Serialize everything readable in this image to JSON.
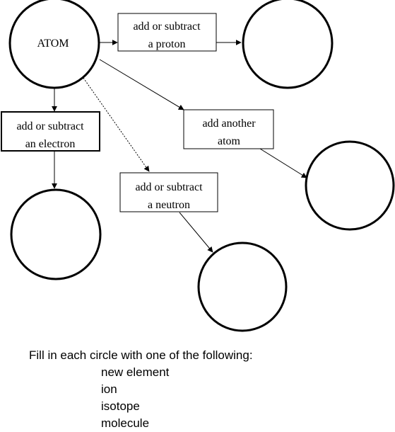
{
  "diagram": {
    "atom_label": "ATOM",
    "boxes": {
      "proton": [
        "add or subtract",
        "a proton"
      ],
      "electron": [
        "add or subtract",
        "an electron"
      ],
      "atom": [
        "add another",
        "atom"
      ],
      "neutron": [
        "add or subtract",
        "a neutron"
      ]
    }
  },
  "instructions": {
    "heading": "Fill in each circle with one of the following:",
    "options": [
      "new element",
      "ion",
      "isotope",
      "molecule"
    ]
  }
}
